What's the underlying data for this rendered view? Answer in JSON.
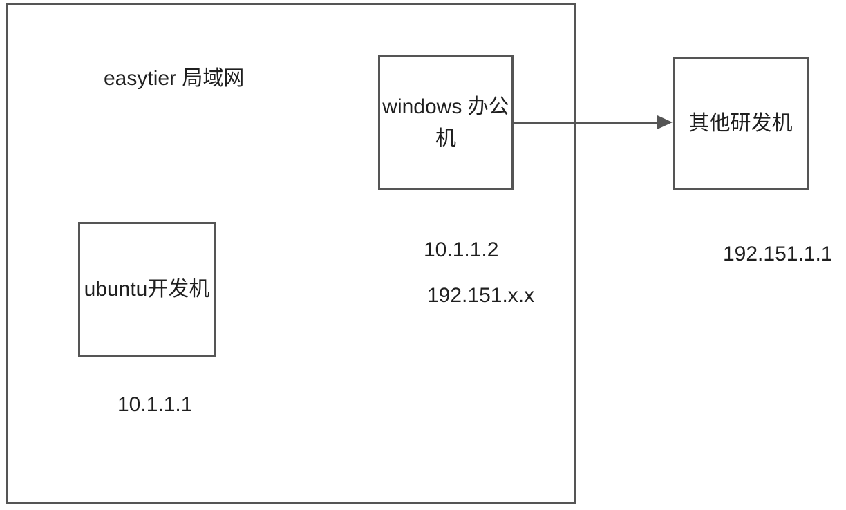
{
  "diagram": {
    "background": "#ffffff",
    "border_color": "#555555",
    "text_color": "#1f1f1f",
    "lan": {
      "title": "easytier 局域网"
    },
    "nodes": {
      "windows": {
        "label": "windows 办公机",
        "ip1": "10.1.1.2",
        "ip2": "192.151.x.x"
      },
      "ubuntu": {
        "label": "ubuntu开发机",
        "ip": "10.1.1.1"
      },
      "other": {
        "label": "其他研发机",
        "ip": "192.151.1.1"
      }
    },
    "edges": [
      {
        "from": "windows 办公机",
        "to": "其他研发机",
        "direction": "right"
      }
    ]
  }
}
